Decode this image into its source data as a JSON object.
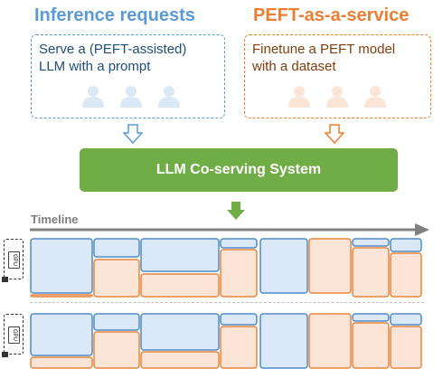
{
  "left_panel": {
    "title": "Inference requests",
    "text_line1": "Serve a (PEFT-assisted)",
    "text_line2": "LLM with a prompt",
    "color": "#5b9bd5",
    "text_color": "#1f4e79",
    "fill": "#dbe8f6",
    "icon": "user-icon"
  },
  "right_panel": {
    "title": "PEFT-as-a-service",
    "text_line1": "Finetune a PEFT model",
    "text_line2": "with a dataset",
    "color": "#ed7d31",
    "text_color": "#843c0c",
    "fill": "#fbe5d6",
    "icon": "user-icon"
  },
  "system": {
    "label": "LLM Co-serving System",
    "color": "#70ad47"
  },
  "timeline": {
    "label": "Timeline",
    "gpu_label": "GPU",
    "rows": [
      {
        "name": "gpu-row-1"
      },
      {
        "name": "gpu-row-2"
      }
    ]
  },
  "colors": {
    "inference_fill": "#dae8f7",
    "inference_stroke": "#4f8ac9",
    "finetune_fill": "#fce4d6",
    "finetune_stroke": "#e8853d",
    "arrow_gray": "#808080"
  }
}
